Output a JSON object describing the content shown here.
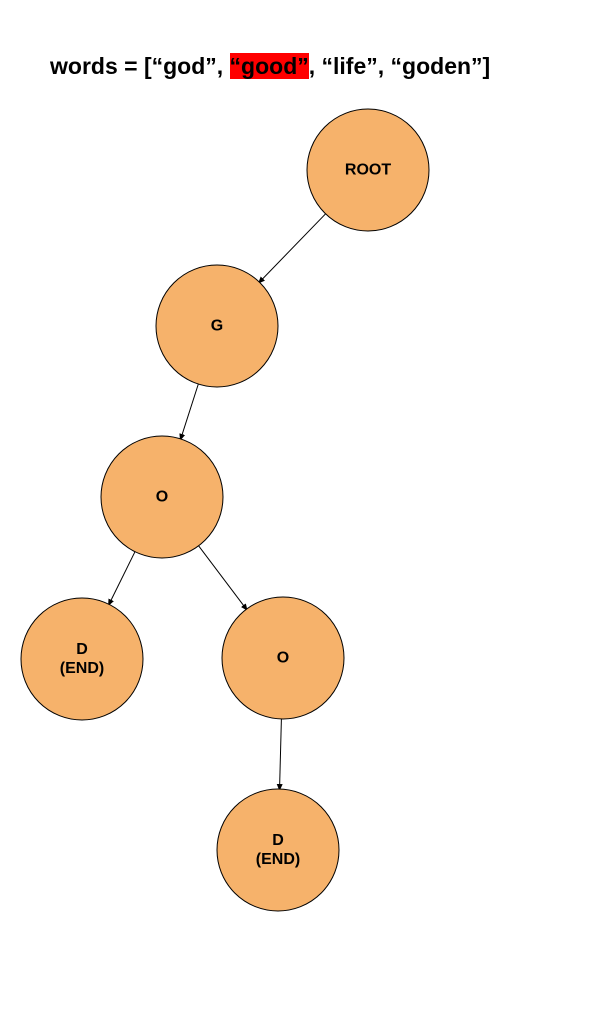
{
  "header": {
    "prefix": "words = [",
    "words": [
      {
        "text": "“god”",
        "highlighted": false
      },
      {
        "text": "“good”",
        "highlighted": true
      },
      {
        "text": "“life”",
        "highlighted": false
      },
      {
        "text": "“goden”",
        "highlighted": false
      }
    ],
    "separator": ", ",
    "suffix": "]",
    "highlight_color": "#ff0000"
  },
  "tree": {
    "node_fill": "#f6b26b",
    "node_stroke": "#000000",
    "nodes": [
      {
        "id": "root",
        "label": [
          "ROOT"
        ]
      },
      {
        "id": "g",
        "label": [
          "G"
        ]
      },
      {
        "id": "o1",
        "label": [
          "O"
        ]
      },
      {
        "id": "d1",
        "label": [
          "D",
          "(END)"
        ]
      },
      {
        "id": "o2",
        "label": [
          "O"
        ]
      },
      {
        "id": "d2",
        "label": [
          "D",
          "(END)"
        ]
      }
    ],
    "edges": [
      {
        "from": "root",
        "to": "g"
      },
      {
        "from": "g",
        "to": "o1"
      },
      {
        "from": "o1",
        "to": "d1"
      },
      {
        "from": "o1",
        "to": "o2"
      },
      {
        "from": "o2",
        "to": "d2"
      }
    ]
  }
}
